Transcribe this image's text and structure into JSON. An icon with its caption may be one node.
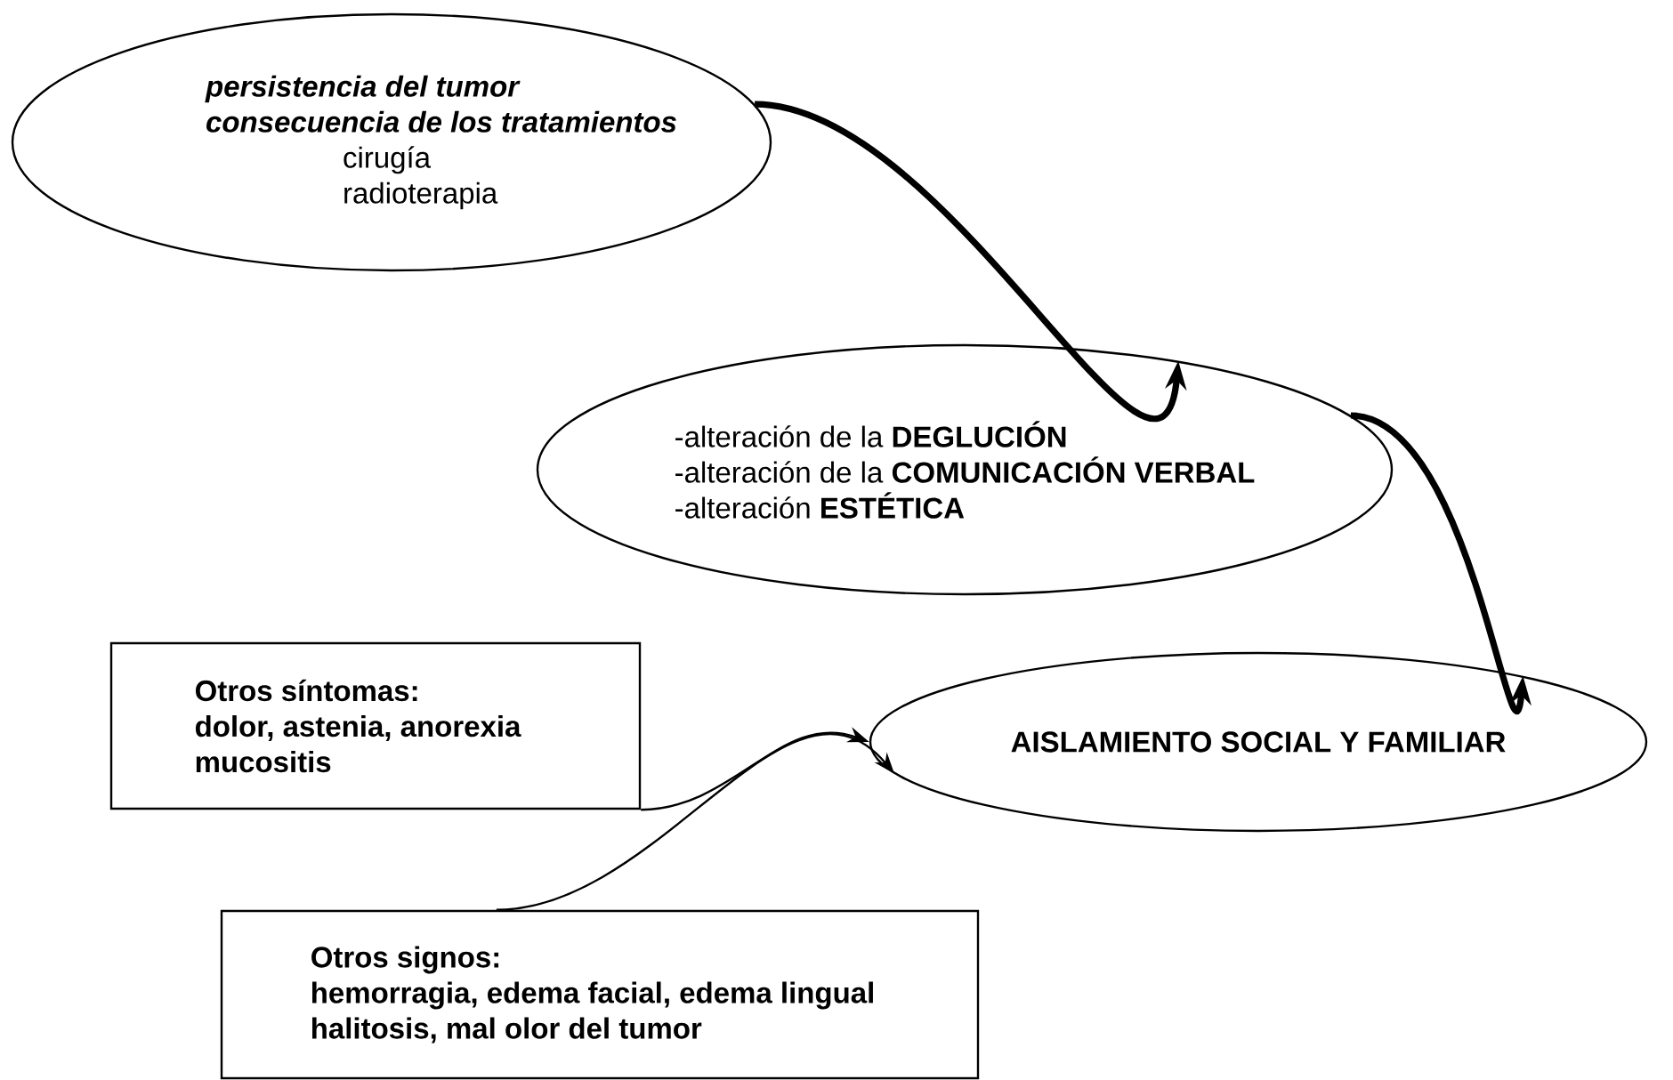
{
  "diagram": {
    "nodes": [
      {
        "text": [
          "persistencia del tumor",
          "consecuencia de los tratamientos",
          "cirugía",
          "radioterapia"
        ]
      },
      {
        "text": [
          "-alteración de la **DEGLUCIÓN**",
          "-alteración de la **COMUNICACIÓN VERBAL**",
          "-alteración **ESTÉTICA**"
        ]
      },
      {
        "text": [
          "Otros síntomas:",
          "dolor, astenia, anorexia",
          "mucositis"
        ]
      },
      {
        "text": [
          "AISLAMIENTO SOCIAL Y FAMILIAR"
        ]
      },
      {
        "text": [
          "Otros signos:",
          "hemorragia, edema facial, edema lingual",
          "halitosis, mal olor del tumor"
        ]
      }
    ],
    "edges": [
      {
        "from": 0,
        "to": 1,
        "arrow": "to",
        "style": "thick"
      },
      {
        "from": 1,
        "to": 3,
        "arrow": "to",
        "style": "thick"
      },
      {
        "from": 2,
        "to": 3,
        "arrow": "to"
      },
      {
        "from": 4,
        "to": 3,
        "arrow": "to"
      }
    ]
  }
}
